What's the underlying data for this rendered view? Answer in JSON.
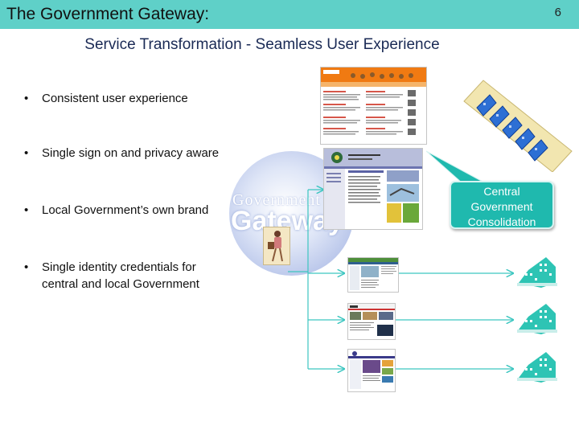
{
  "header": {
    "title": "The Government Gateway:",
    "slide_number": "6",
    "bar_color": "#5fd0c8"
  },
  "subtitle": "Service Transformation - Seamless User Experience",
  "bullets": [
    "Consistent user experience",
    "Single sign on and privacy aware",
    "Local Government’s own brand",
    "Single identity credentials for central and local Government"
  ],
  "gateway_logo": {
    "word1": "Government",
    "word2": "Gateway"
  },
  "callout": {
    "lines": [
      "Central",
      "Government",
      "Consolidation"
    ],
    "color": "#1fb9ae"
  },
  "diagram": {
    "connector_color": "#3cc6c0",
    "local_sites": 3,
    "icons": [
      "person-icon",
      "building-icon"
    ]
  }
}
